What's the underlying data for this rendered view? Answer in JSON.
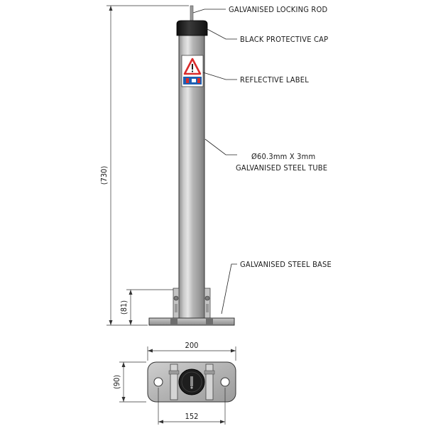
{
  "callouts": {
    "locking_rod": "GALVANISED LOCKING ROD",
    "cap": "BLACK PROTECTIVE CAP",
    "label": "REFLECTIVE LABEL",
    "tube_line1": "Ø60.3mm X 3mm",
    "tube_line2": "GALVANISED STEEL TUBE",
    "base": "GALVANISED STEEL BASE"
  },
  "dimensions": {
    "overall_height": "(730)",
    "base_height": "(81)",
    "base_width": "200",
    "base_depth": "(90)",
    "hole_spacing": "152"
  },
  "colors": {
    "steel_light": "#d9d9d9",
    "steel_mid": "#a8a8a8",
    "steel_dark": "#7a7a7a",
    "cap": "#1c1c1c",
    "label_red": "#d92b2b",
    "label_blue": "#1e5fb3"
  }
}
